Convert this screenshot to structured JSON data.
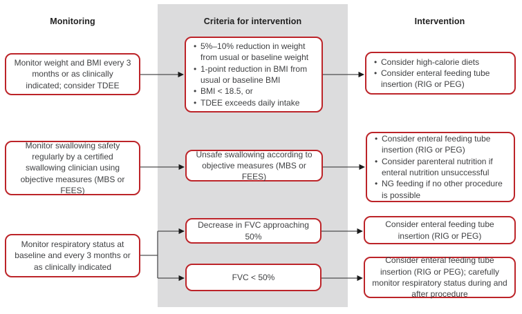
{
  "figure": {
    "type": "flowchart",
    "columns": {
      "monitoring_label": "Monitoring",
      "criteria_label": "Criteria for intervention",
      "intervention_label": "Intervention"
    },
    "rows": {
      "nutrition": {
        "monitoring": "Monitor weight and BMI every 3 months or as clinically indicated; consider TDEE",
        "criteria_bullets": [
          "5%–10% reduction in weight from usual or baseline weight",
          "1-point reduction in BMI from usual or baseline BMI",
          "BMI < 18.5, or",
          "TDEE exceeds daily intake"
        ],
        "intervention_bullets": [
          "Consider high-calorie diets",
          "Consider enteral feeding tube insertion (RIG or PEG)"
        ]
      },
      "swallowing": {
        "monitoring": "Monitor swallowing safety regularly by a certified swallowing clinician using objective measures (MBS or FEES)",
        "criteria": "Unsafe swallowing according to objective measures (MBS or FEES)",
        "intervention_bullets": [
          "Consider enteral feeding tube insertion (RIG or PEG)",
          "Consider parenteral nutrition if enteral nutrition unsuccessful",
          "NG feeding if no other procedure is possible"
        ]
      },
      "respiratory": {
        "monitoring": "Monitor respiratory status at baseline and every 3 months or as clinically indicated",
        "criteria_fvc_approaching": "Decrease in FVC approaching 50%",
        "criteria_fvc_below": "FVC < 50%",
        "intervention_fvc_approaching": "Consider enteral feeding tube insertion (RIG or PEG)",
        "intervention_fvc_below": "Consider enteral feeding tube insertion (RIG or PEG); carefully monitor respiratory status during and after procedure"
      }
    },
    "colors": {
      "box_border": "#bc2328",
      "band_background": "#dcdcdd",
      "arrow_line": "#4c4c4e",
      "arrowhead": "#1a1a1a",
      "text": "#3e3f41"
    }
  }
}
